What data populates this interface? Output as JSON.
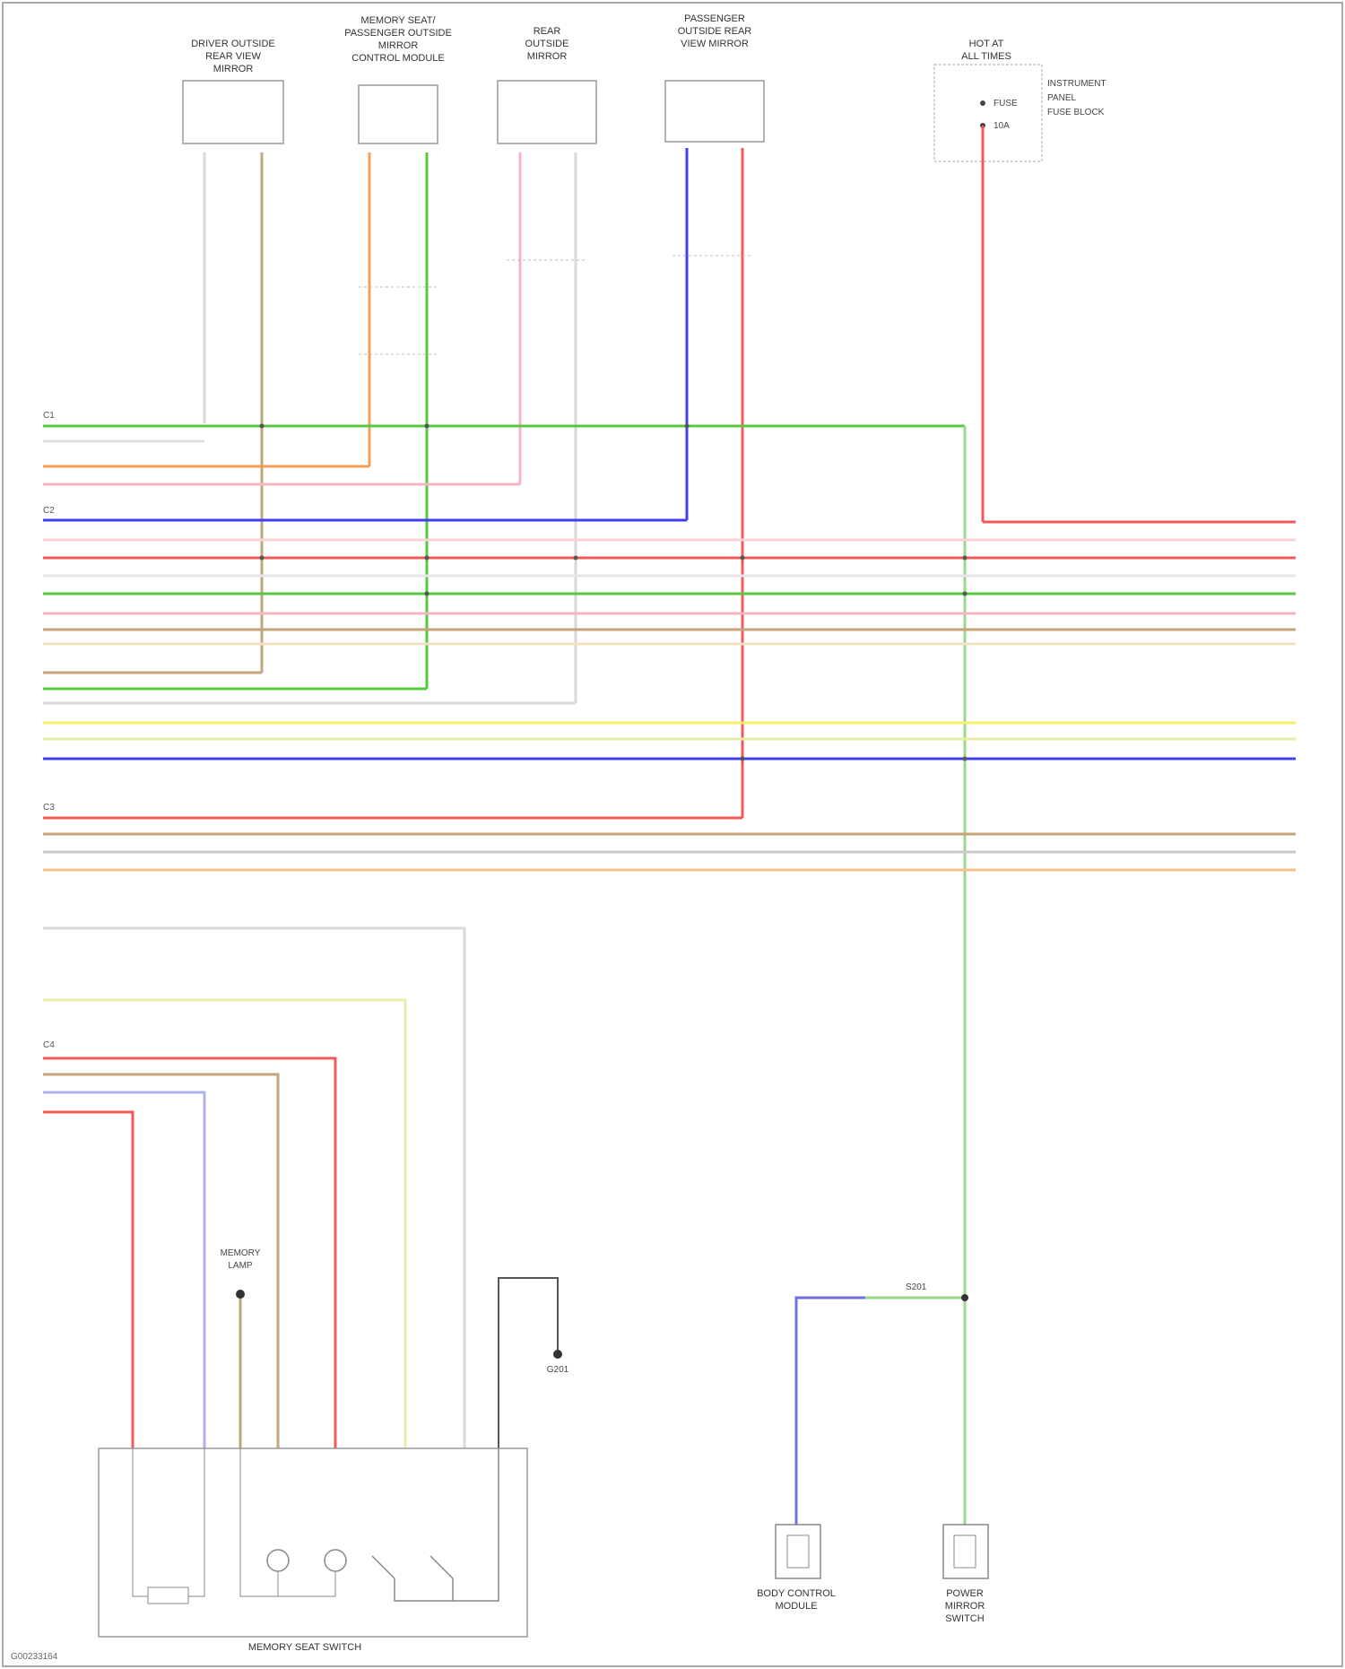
{
  "diagram": {
    "top_components": [
      {
        "label_lines": [
          "DRIVER OUTSIDE",
          "REAR VIEW",
          "MIRROR"
        ]
      },
      {
        "label_lines": [
          "MEMORY SEAT/",
          "PASSENGER OUTSIDE",
          "MIRROR",
          "CONTROL MODULE"
        ]
      },
      {
        "label_lines": [
          "REAR",
          "OUTSIDE",
          "MIRROR"
        ]
      },
      {
        "label_lines": [
          "PASSENGER",
          "OUTSIDE REAR",
          "VIEW MIRROR"
        ]
      }
    ],
    "top_right_block": {
      "title_lines": [
        "HOT AT",
        "ALL TIMES"
      ],
      "inside_lines": [
        "FUSE",
        "10A"
      ],
      "side_lines": [
        "INSTRUMENT",
        "PANEL",
        "FUSE BLOCK"
      ]
    },
    "bottom_left_module": {
      "label": "MEMORY SEAT SWITCH"
    },
    "ground_label_lines": [
      "G201"
    ],
    "splice_label": "S201",
    "lamp_label_lines": [
      "MEMORY",
      "LAMP"
    ],
    "bottom_right_components": [
      {
        "label_lines": [
          "BODY CONTROL",
          "MODULE"
        ]
      },
      {
        "label_lines": [
          "POWER",
          "MIRROR",
          "SWITCH"
        ]
      }
    ],
    "left_connector_headers": [
      "C1",
      "C2",
      "C3",
      "C4"
    ],
    "footer_ref": "G00233164"
  },
  "colors": {
    "background": "#ffffff",
    "outline": "#888888",
    "green": "#58c93f",
    "red": "#f25a5a",
    "orange": "#f5a05a",
    "pink": "#f8b3c3",
    "blue": "#3f3fef",
    "tan": "#c2a57a",
    "gray": "#c9c9c9",
    "yellow": "#f2f26a",
    "light_green": "#9ad98a",
    "light_yellow": "#e8eeaa"
  }
}
